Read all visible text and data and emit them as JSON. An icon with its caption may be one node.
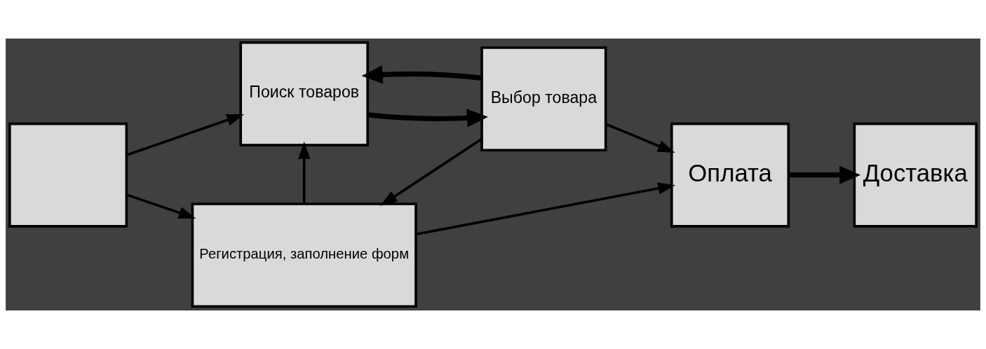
{
  "diagram": {
    "nodes": [
      {
        "text": [],
        "shape": "box"
      },
      {
        "text": [
          "Поиск товаров"
        ]
      },
      {
        "text": [
          "Выбор товара"
        ]
      },
      {
        "text": [
          "Регистрация, заполнение форм"
        ]
      },
      {
        "text": [
          "Оплата"
        ]
      },
      {
        "text": [
          "Доставка"
        ]
      }
    ],
    "edges": [
      {
        "from": 0,
        "to": 1,
        "arrow": "to"
      },
      {
        "from": 0,
        "to": 3,
        "arrow": "to"
      },
      {
        "from": 1,
        "to": 2,
        "arrow": "to",
        "style": "thick"
      },
      {
        "from": 2,
        "to": 1,
        "arrow": "to",
        "style": "thick"
      },
      {
        "from": 3,
        "to": 1,
        "arrow": "to"
      },
      {
        "from": 2,
        "to": 3,
        "arrow": "to"
      },
      {
        "from": 2,
        "to": 4,
        "arrow": "to"
      },
      {
        "from": 3,
        "to": 4,
        "arrow": "to"
      },
      {
        "from": 4,
        "to": 5,
        "arrow": "to",
        "style": "thick"
      }
    ]
  }
}
